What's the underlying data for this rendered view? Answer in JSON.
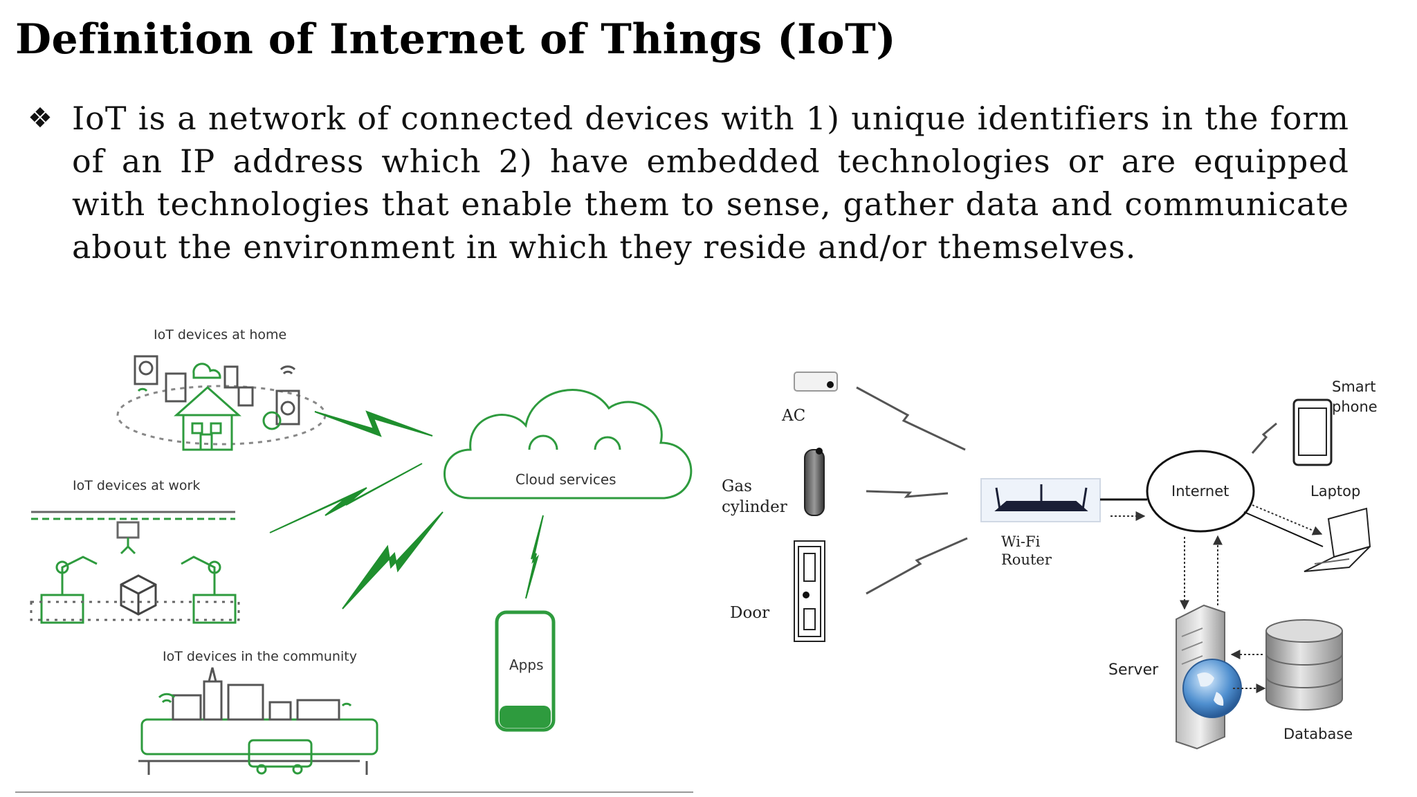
{
  "slide": {
    "title": "Definition of Internet of Things (IoT)",
    "bullet_text": "IoT is a network of connected devices with 1) unique identifiers in the form of an IP address which 2) have embedded technologies or are equipped with technologies that enable them to sense, gather data and communicate about the environment in which they reside and/or themselves."
  },
  "left_figure": {
    "home_label": "IoT devices at home",
    "work_label": "IoT devices at work",
    "community_label": "IoT devices in the community",
    "cloud_label": "Cloud services",
    "apps_label": "Apps",
    "accent_color": "#2e9b3e"
  },
  "right_figure": {
    "ac_label": "AC",
    "gas_label_1": "Gas",
    "gas_label_2": "cylinder",
    "door_label": "Door",
    "router_label_1": "Wi-Fi",
    "router_label_2": "Router",
    "internet_label": "Internet",
    "smartphone_label_1": "Smart",
    "smartphone_label_2": "phone",
    "laptop_label": "Laptop",
    "server_label": "Server",
    "database_label": "Database"
  }
}
